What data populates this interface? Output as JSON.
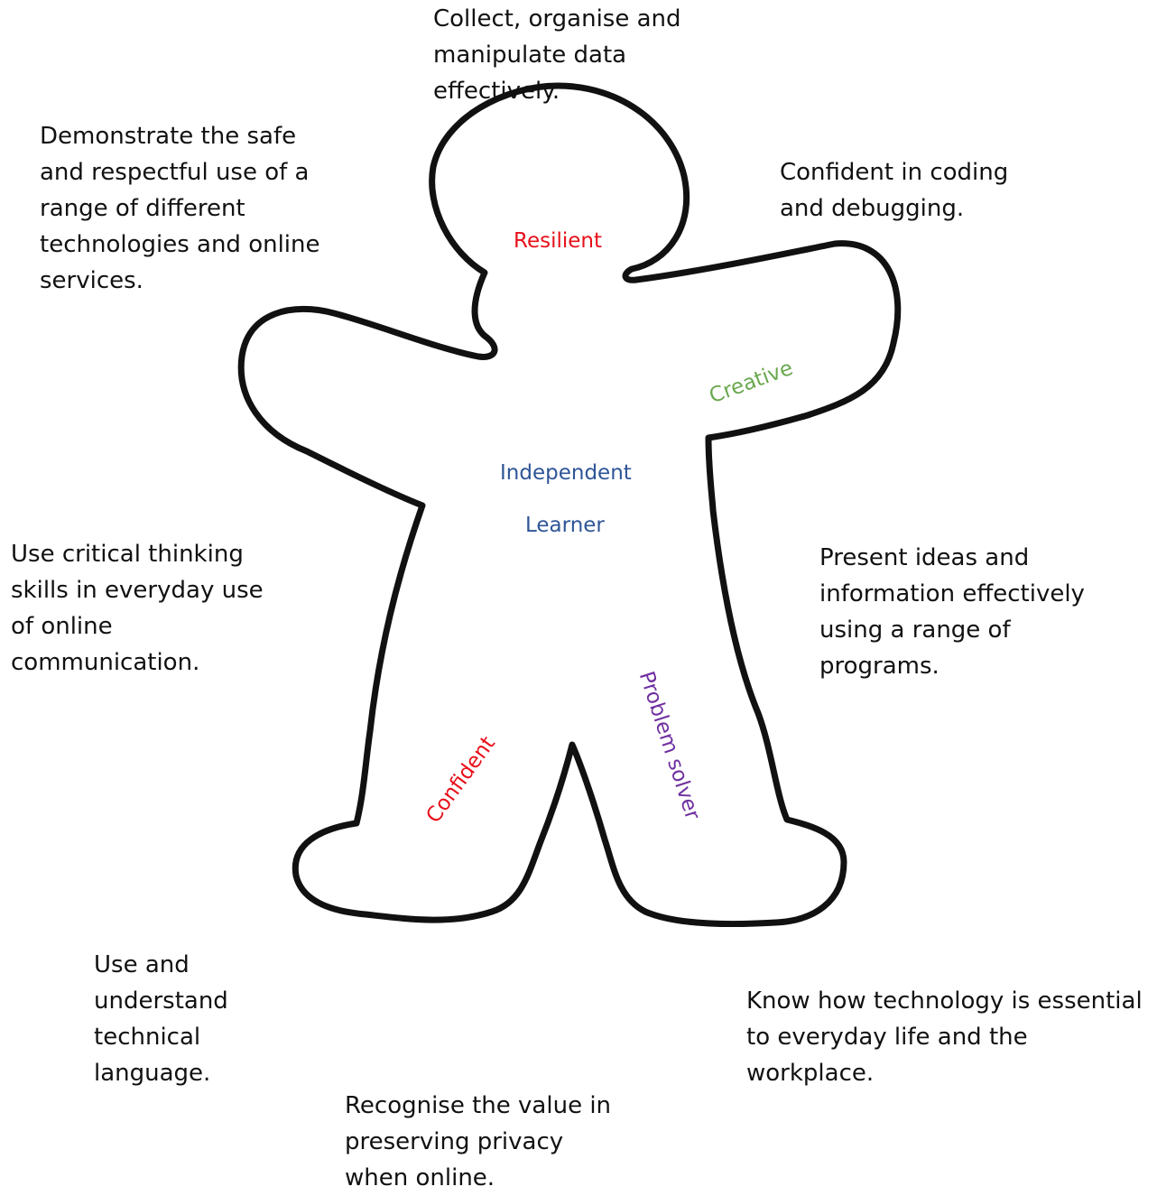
{
  "colors": {
    "outline": "#111111",
    "text": "#111111",
    "resilient": "#e8101a",
    "independent_learner": "#2e5597",
    "creative": "#6aa84f",
    "problem_solver": "#7030a0",
    "confident": "#e8101a"
  },
  "figure": {
    "shape": "gingerbread-person-outline"
  },
  "skills": {
    "data": "Collect, organise and\nmanipulate data\neffectively.",
    "safe_use": "Demonstrate the safe\nand respectful use of a\nrange of different\ntechnologies and online\nservices.",
    "coding": "Confident in coding\nand debugging.",
    "critical_thinking": "Use critical thinking\nskills in everyday use\nof online\ncommunication.",
    "present": "Present ideas and\ninformation effectively\nusing a range of\nprograms.",
    "technical_language": "Use and\nunderstand\ntechnical\nlanguage.",
    "workplace": "Know how technology is essential\nto everyday life and the\nworkplace.",
    "privacy": "Recognise the value in\npreserving privacy\nwhen online."
  },
  "traits": {
    "resilient": "Resilient",
    "independent": "Independent",
    "learner": "Learner",
    "creative": "Creative",
    "problem_solver": "Problem solver",
    "confident": "Confident"
  }
}
